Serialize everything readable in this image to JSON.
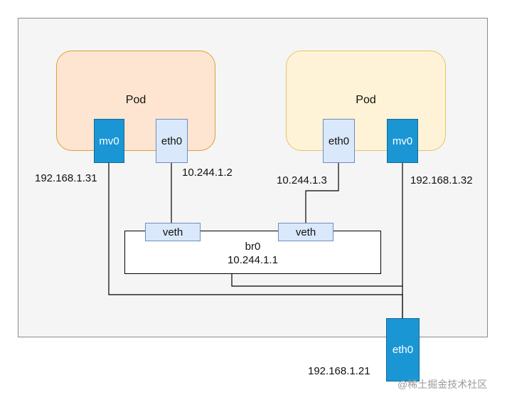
{
  "pods": [
    {
      "label": "Pod",
      "mv_label": "mv0",
      "eth_label": "eth0",
      "mv_ip": "192.168.1.31",
      "eth_ip": "10.244.1.2"
    },
    {
      "label": "Pod",
      "mv_label": "mv0",
      "eth_label": "eth0",
      "mv_ip": "192.168.1.32",
      "eth_ip": "10.244.1.3"
    }
  ],
  "bridge": {
    "name": "br0",
    "ip": "10.244.1.1",
    "veth_left": "veth",
    "veth_right": "veth"
  },
  "host_nic": {
    "label": "eth0",
    "ip": "192.168.1.21"
  },
  "watermark": "@稀土掘金技术社区",
  "colors": {
    "pod_left_fill": "#fde5d1",
    "pod_right_fill": "#fef3d6",
    "interface_blue": "#1b96d4",
    "veth_fill": "#dae8fc"
  }
}
